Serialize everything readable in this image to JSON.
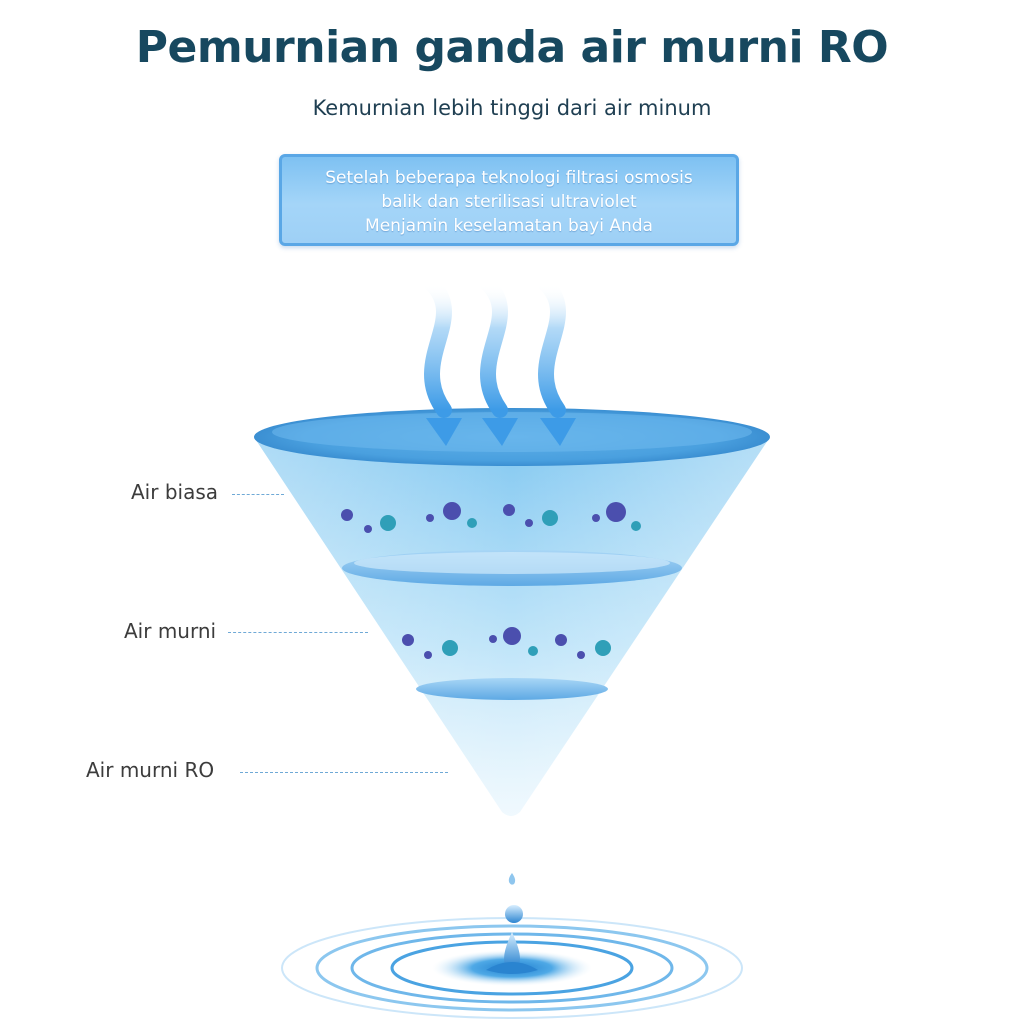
{
  "title": "Pemurnian ganda air murni RO",
  "subtitle": "Kemurnian lebih tinggi dari air minum",
  "info_box": {
    "lines": [
      "Setelah beberapa teknologi filtrasi osmosis",
      "balik dan sterilisasi ultraviolet",
      "Menjamin keselamatan bayi Anda"
    ]
  },
  "labels": {
    "tap_water": "Air biasa",
    "pure_water": "Air murni",
    "ro_water": "Air murni RO"
  },
  "colors": {
    "title": "#17485f",
    "box_fill": "#8fcaf5",
    "box_border": "#5aa7e6",
    "funnel": "#8ecff3",
    "arrow": "#4aa3ea",
    "particle_dark": "#4b4fae",
    "particle_teal": "#2f9fb8"
  },
  "icons": {
    "arrows": "wavy-down-arrow-icon",
    "particles": "impurity-particle-icon",
    "drop": "water-drop-icon"
  }
}
